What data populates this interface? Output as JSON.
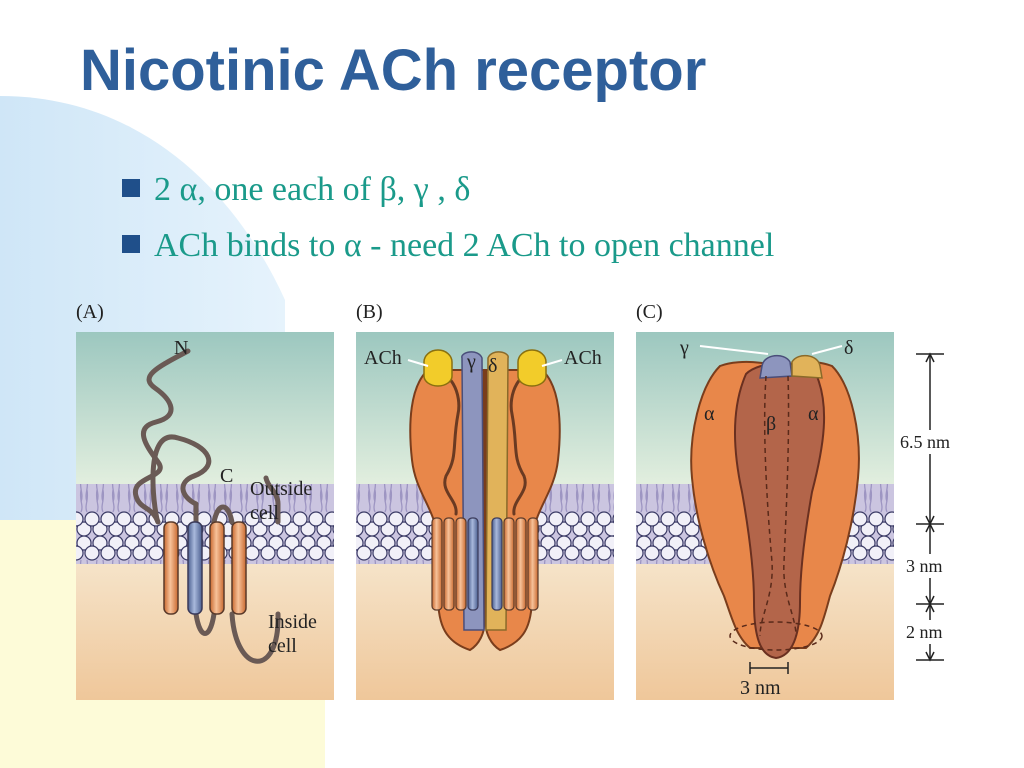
{
  "slide": {
    "title": "Nicotinic ACh receptor",
    "bullets": [
      "2 α, one each of β, γ , δ",
      "ACh binds to α - need 2 ACh to open channel"
    ]
  },
  "figure": {
    "panel_a": {
      "tag": "(A)",
      "n_label": "N",
      "c_label": "C",
      "outside_label_1": "Outside",
      "outside_label_2": "cell",
      "inside_label_1": "Inside",
      "inside_label_2": "cell"
    },
    "panel_b": {
      "tag": "(B)",
      "ach_left": "ACh",
      "ach_right": "ACh",
      "gamma": "γ",
      "delta": "δ"
    },
    "panel_c": {
      "tag": "(C)",
      "gamma": "γ",
      "delta": "δ",
      "alpha_left": "α",
      "beta": "β",
      "alpha_right": "α",
      "pore_width": "3 nm"
    },
    "scale": {
      "height_label": "6.5 nm",
      "membrane_label": "3 nm",
      "bottom_label": "2 nm"
    }
  },
  "colors": {
    "title": "#2f5f9a",
    "bullet_text": "#1a9a8a",
    "bullet_mark": "#1f4f8a",
    "orange": "#e8874a",
    "blue_helix": "#6f86b5",
    "yellow": "#f2cc2a"
  }
}
